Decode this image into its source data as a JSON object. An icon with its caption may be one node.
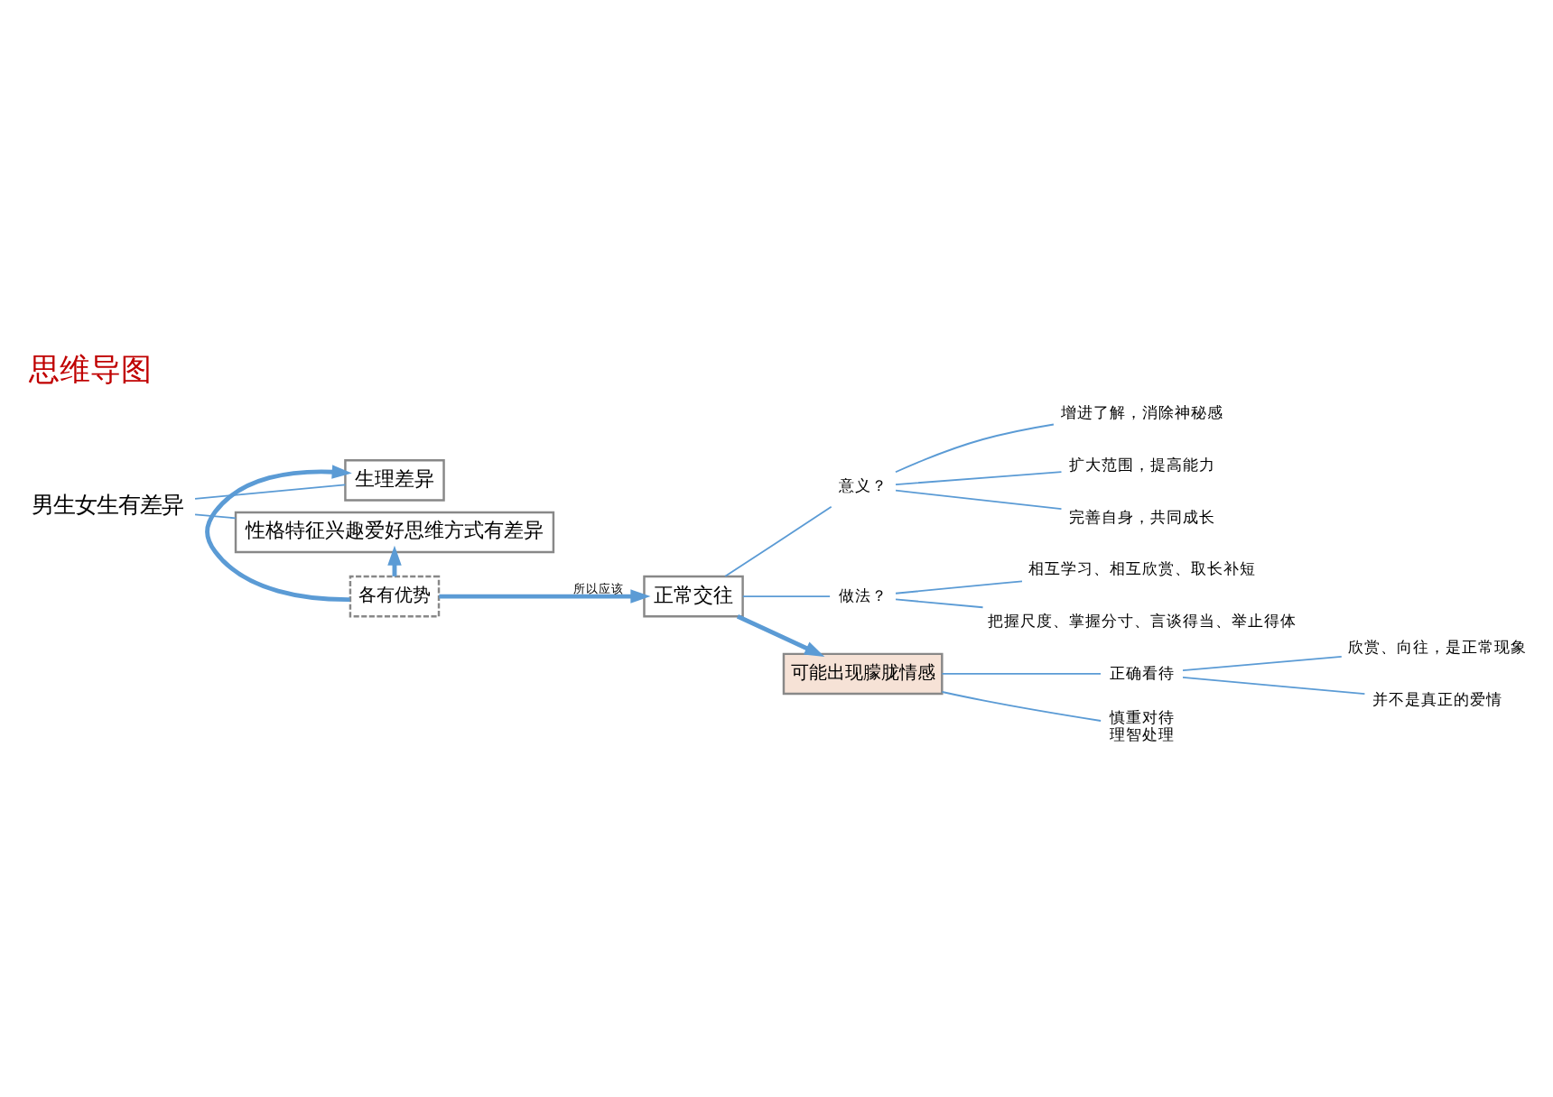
{
  "diagram": {
    "title": "思维导图",
    "nodes": [
      {
        "text": [
          "男生女生有差异"
        ]
      },
      {
        "text": [
          "生理差异"
        ]
      },
      {
        "text": [
          "各有优势"
        ]
      },
      {
        "text": [
          "性格特征兴趣爱好思维方式有差异"
        ]
      },
      {
        "text": [
          "正常交往"
        ]
      },
      {
        "text": [
          "意义？"
        ]
      },
      {
        "text": [
          "增进了解，消除神秘感"
        ]
      },
      {
        "text": [
          "扩大范围，提高能力"
        ]
      },
      {
        "text": [
          "完善自身，共同成长"
        ]
      },
      {
        "text": [
          "做法？"
        ]
      },
      {
        "text": [
          "相互学习、相互欣赏、取长补短"
        ]
      },
      {
        "text": [
          "把握尺度、掌握分寸、言谈得当、举止得体"
        ]
      },
      {
        "text": [
          "可能出现朦胧情感"
        ]
      },
      {
        "text": [
          "正确看待"
        ]
      },
      {
        "text": [
          "欣赏、向往，是正常现象"
        ]
      },
      {
        "text": [
          "并不是真正的爱情"
        ]
      },
      {
        "text": [
          "慎重对待",
          "理智处理"
        ]
      }
    ],
    "edges": [
      {
        "from": 0,
        "to": 1,
        "arrow": "none"
      },
      {
        "from": 0,
        "to": 3,
        "arrow": "none"
      },
      {
        "from": 2,
        "to": 1,
        "arrow": "to",
        "style": "thick"
      },
      {
        "from": 2,
        "to": 3,
        "arrow": "to",
        "style": "thick"
      },
      {
        "from": 2,
        "to": 4,
        "arrow": "to",
        "label": "所以应该",
        "style": "thick"
      },
      {
        "from": 4,
        "to": 5,
        "arrow": "none"
      },
      {
        "from": 4,
        "to": 9,
        "arrow": "none"
      },
      {
        "from": 5,
        "to": 6,
        "arrow": "none"
      },
      {
        "from": 5,
        "to": 7,
        "arrow": "none"
      },
      {
        "from": 5,
        "to": 8,
        "arrow": "none"
      },
      {
        "from": 9,
        "to": 10,
        "arrow": "none"
      },
      {
        "from": 9,
        "to": 11,
        "arrow": "none"
      },
      {
        "from": 4,
        "to": 12,
        "arrow": "to",
        "style": "thick"
      },
      {
        "from": 12,
        "to": 13,
        "arrow": "none"
      },
      {
        "from": 12,
        "to": 16,
        "arrow": "none"
      },
      {
        "from": 13,
        "to": 14,
        "arrow": "none"
      },
      {
        "from": 13,
        "to": 15,
        "arrow": "none"
      }
    ]
  }
}
